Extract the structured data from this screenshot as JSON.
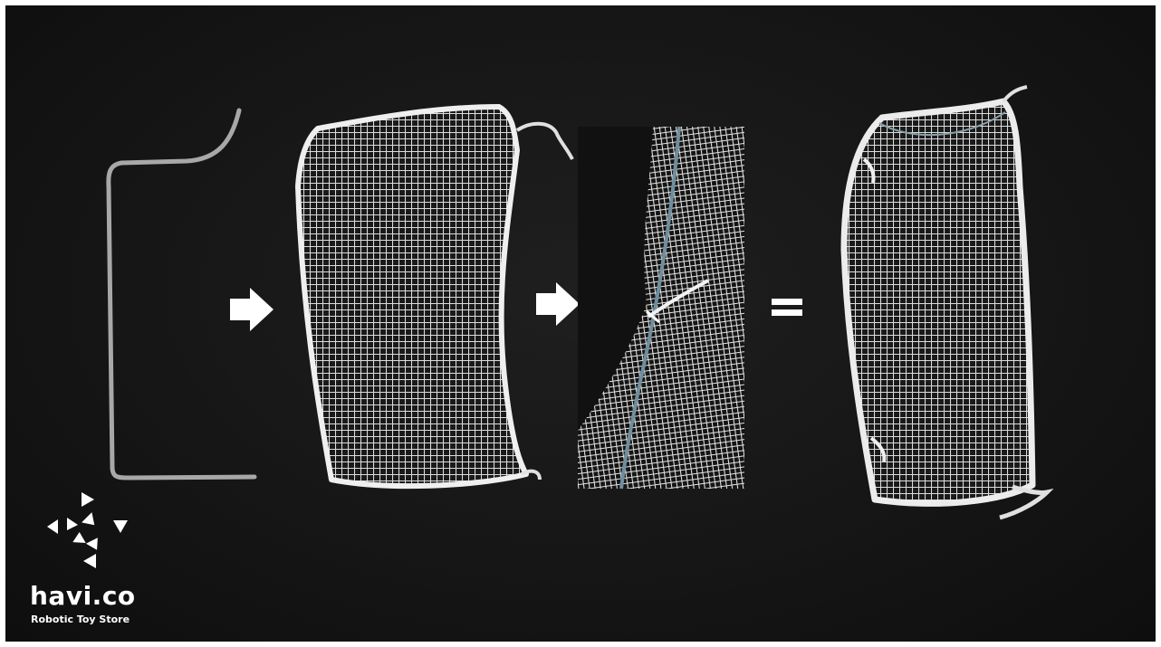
{
  "scene": {
    "description_icons": [
      "wire-frame",
      "arrow-right-icon",
      "mesh-fabric",
      "arrow-right-icon",
      "stitch-closeup",
      "equals-icon",
      "mesh-net-bag"
    ]
  },
  "logo": {
    "name": "havi.co",
    "tagline": "Robotic Toy Store"
  },
  "colors": {
    "background": "#161616",
    "mesh": "#e8e8e8",
    "wire": "#9a9a9a",
    "symbol": "#ffffff"
  }
}
